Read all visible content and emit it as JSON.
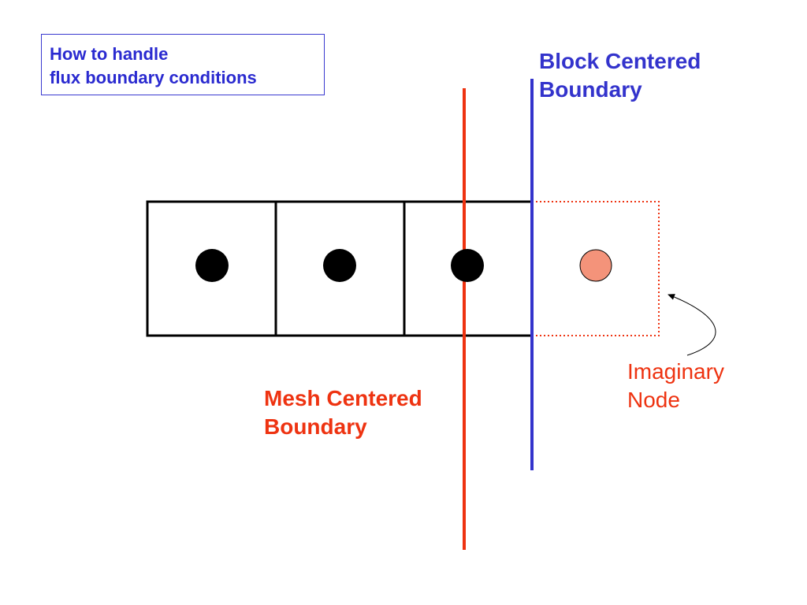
{
  "title": {
    "line1": "How to handle",
    "line2": "flux boundary conditions"
  },
  "labels": {
    "block_centered": {
      "line1": "Block Centered",
      "line2": "Boundary"
    },
    "mesh_centered": {
      "line1": "Mesh Centered",
      "line2": "Boundary"
    },
    "imaginary_node": {
      "line1": "Imaginary",
      "line2": "Node"
    }
  },
  "colors": {
    "block_boundary": "#3333cc",
    "mesh_boundary": "#ee3311",
    "imaginary_node_fill": "#f4937a",
    "node_fill": "#000000",
    "cell_border": "#000000"
  }
}
